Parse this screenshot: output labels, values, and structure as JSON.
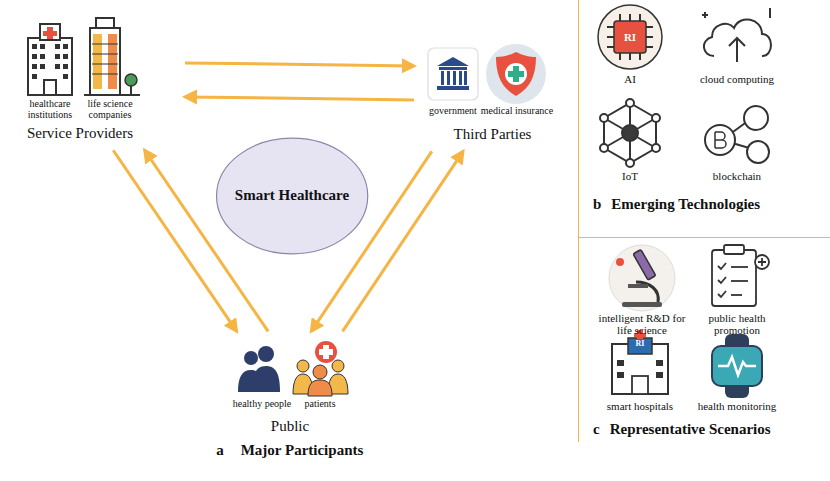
{
  "diagram": {
    "nodes": [
      {
        "text": [
          "Service Providers"
        ]
      },
      {
        "text": [
          "Third Parties"
        ]
      },
      {
        "text": [
          "Smart Healthcare"
        ]
      },
      {
        "text": [
          "Public"
        ]
      },
      {
        "text": [
          "b",
          "Emerging Technologies"
        ]
      },
      {
        "text": [
          "c",
          "Representative Scenarios"
        ]
      }
    ],
    "edges": [
      {
        "from": 0,
        "to": 1,
        "arrow": "to"
      },
      {
        "from": 1,
        "to": 0,
        "arrow": "to"
      },
      {
        "from": 3,
        "to": 0,
        "arrow": "to"
      },
      {
        "from": 0,
        "to": 3,
        "arrow": "to"
      },
      {
        "from": 3,
        "to": 1,
        "arrow": "to"
      },
      {
        "from": 1,
        "to": 3,
        "arrow": "to"
      }
    ],
    "labels": [
      "healthcare institutions",
      "life science companies",
      "government",
      "medical insurance",
      "healthy people",
      "patients",
      "a",
      "Major Participants",
      "RI",
      "AI",
      "cloud computing",
      "IoT",
      "blockchain",
      "intelligent R&D for life science",
      "public health promotion",
      "RI",
      "smart hospitals",
      "health monitoring"
    ]
  }
}
